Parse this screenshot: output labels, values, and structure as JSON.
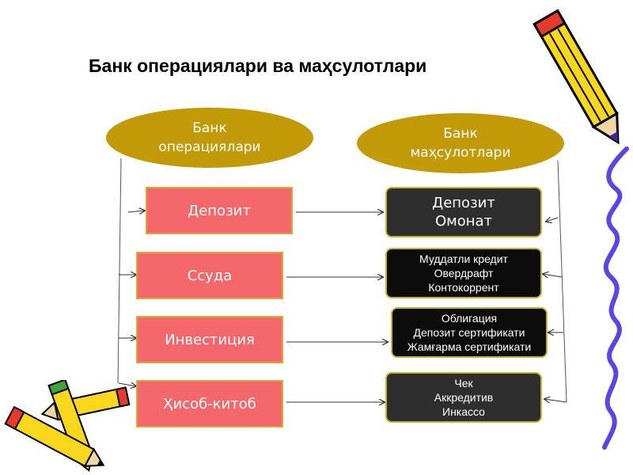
{
  "title": "Банк операциялари ва маҳсулотлари",
  "header_left": "Банк\nоперациялари",
  "header_right": "Банк\nмаҳсулотлари",
  "operations": [
    {
      "label": "Депозит"
    },
    {
      "label": "Ссуда"
    },
    {
      "label": "Инвестиция"
    },
    {
      "label": "Ҳисоб-китоб"
    }
  ],
  "products": [
    {
      "text": "Депозит\nОмонат"
    },
    {
      "text": "Муддатли кредит\nОвердрафт\nКонтокоррент"
    },
    {
      "text": "Облигация\nДепозит сертификати\nЖамғарма сертификати"
    },
    {
      "text": "Чек\nАккредитив\nИнкассо"
    }
  ],
  "colors": {
    "ellipse": "#c29a08",
    "operation_box": "#f4676b",
    "product_box": "#2e2e2e",
    "squiggle": "#5a46e0"
  },
  "decorations": [
    "pencil-icon",
    "pencil-icon",
    "pencil-icon",
    "pencil-icon",
    "squiggle-line"
  ]
}
